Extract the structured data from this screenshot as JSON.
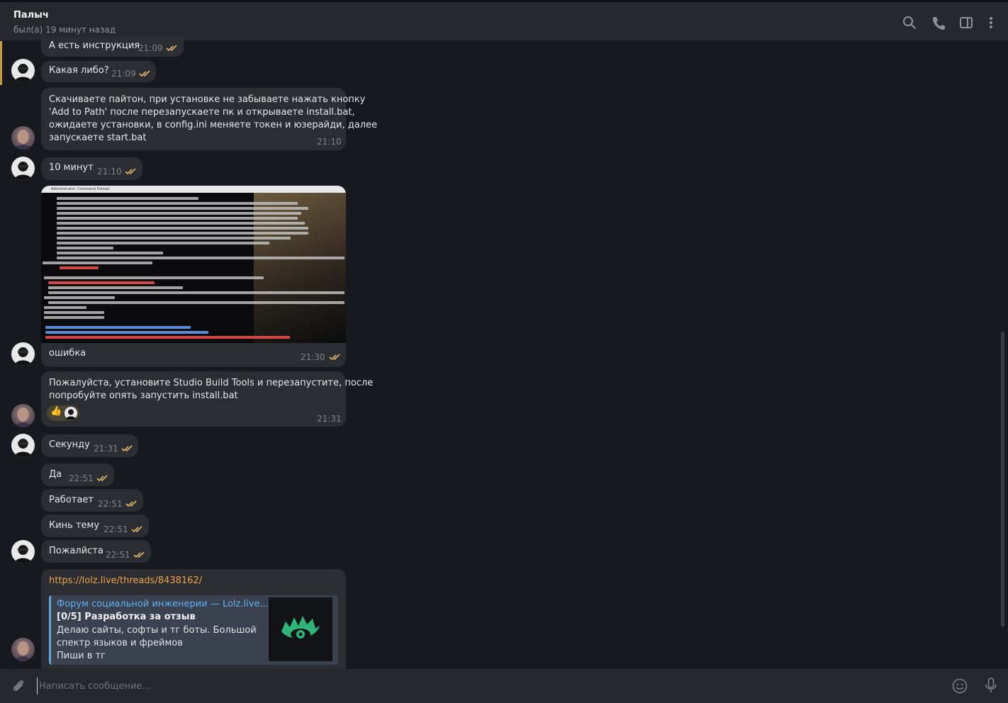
{
  "header": {
    "contact_name": "Палыч",
    "status": "был(а) 19 минут назад",
    "icons": [
      "search-icon",
      "phone-icon",
      "sidebar-icon",
      "more-icon"
    ]
  },
  "messages": [
    {
      "id": "m1",
      "text": "А есть инструкция",
      "time": "21:09",
      "read": true
    },
    {
      "id": "m2",
      "text": "Какая либо?",
      "time": "21:09",
      "read": true
    },
    {
      "id": "m3",
      "lines": [
        "Скачиваете пайтон, при установке не забываете нажать кнопку",
        "'Add to Path' после перезапускаете пк и открываете install.bat,",
        "ожидаете установки, в config.ini меняете токен и юзерайди, далее",
        "запускаете start.bat"
      ],
      "time": "21:10"
    },
    {
      "id": "m4",
      "text": "10 минут",
      "time": "21:10",
      "read": true
    },
    {
      "id": "m5",
      "text": "ошибка",
      "time": "21:30",
      "read": true,
      "image_title": "Administrator: Command Prompt"
    },
    {
      "id": "m6",
      "lines": [
        "Пожалуйста, установите Studio Build Tools и перезапустите, после",
        "попробуйте опять запустить install.bat"
      ],
      "time": "21:31",
      "reaction": "👍"
    },
    {
      "id": "m7",
      "text": "Секунду",
      "time": "21:31",
      "read": true
    },
    {
      "id": "m8",
      "text": "Да",
      "time": "22:51",
      "read": true
    },
    {
      "id": "m9",
      "text": "Работает",
      "time": "22:51",
      "read": true
    },
    {
      "id": "m10",
      "text": "Кинь тему",
      "time": "22:51",
      "read": true
    },
    {
      "id": "m11",
      "text": "Пожалйста",
      "time": "22:51",
      "read": true
    },
    {
      "id": "m12",
      "link": "https://lolz.live/threads/8438162/",
      "preview": {
        "site": "Форум социальной инженерии — Lolz.live...",
        "title": "[0/5] Разработка за отзыв",
        "desc": [
          "Делаю сайты, софты и тг боты. Большой",
          "спектр языков и фреймов",
          "Пиши в тг"
        ]
      }
    }
  ],
  "composer": {
    "placeholder": "Написать сообщение..."
  },
  "colors": {
    "background": "#17191e",
    "bubble": "#2b2d32",
    "header": "#26282d",
    "link": "#f0a448",
    "preview_accent": "#5ea6e0",
    "check": "#e2b86a"
  }
}
